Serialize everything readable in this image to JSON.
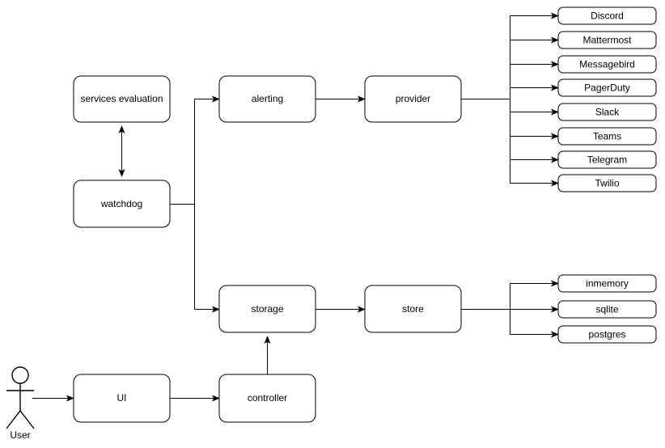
{
  "diagram": {
    "background_color": "#ffffff",
    "stroke_color": "#000000",
    "box_fill": "#ffffff",
    "actor": {
      "label": "User",
      "icon": "stick-figure-actor-icon"
    },
    "nodes": {
      "services_evaluation": "services evaluation",
      "watchdog": "watchdog",
      "alerting": "alerting",
      "provider": "provider",
      "storage": "storage",
      "store": "store",
      "ui": "UI",
      "controller": "controller"
    },
    "providers": [
      {
        "label": "Discord"
      },
      {
        "label": "Mattermost"
      },
      {
        "label": "Messagebird"
      },
      {
        "label": "PagerDuty"
      },
      {
        "label": "Slack"
      },
      {
        "label": "Teams"
      },
      {
        "label": "Telegram"
      },
      {
        "label": "Twilio"
      }
    ],
    "stores": [
      {
        "label": "inmemory"
      },
      {
        "label": "sqlite"
      },
      {
        "label": "postgres"
      }
    ],
    "edges": [
      {
        "from": "User",
        "to": "UI",
        "arrow": "single"
      },
      {
        "from": "UI",
        "to": "controller",
        "arrow": "single"
      },
      {
        "from": "controller",
        "to": "storage",
        "arrow": "single"
      },
      {
        "from": "watchdog",
        "to": "services evaluation",
        "arrow": "double"
      },
      {
        "from": "watchdog",
        "to": "alerting",
        "arrow": "single"
      },
      {
        "from": "watchdog",
        "to": "storage",
        "arrow": "single"
      },
      {
        "from": "alerting",
        "to": "provider",
        "arrow": "single"
      },
      {
        "from": "provider",
        "to": "Discord",
        "arrow": "single"
      },
      {
        "from": "provider",
        "to": "Mattermost",
        "arrow": "single"
      },
      {
        "from": "provider",
        "to": "Messagebird",
        "arrow": "single"
      },
      {
        "from": "provider",
        "to": "PagerDuty",
        "arrow": "single"
      },
      {
        "from": "provider",
        "to": "Slack",
        "arrow": "single"
      },
      {
        "from": "provider",
        "to": "Teams",
        "arrow": "single"
      },
      {
        "from": "provider",
        "to": "Telegram",
        "arrow": "single"
      },
      {
        "from": "provider",
        "to": "Twilio",
        "arrow": "single"
      },
      {
        "from": "storage",
        "to": "store",
        "arrow": "single"
      },
      {
        "from": "store",
        "to": "inmemory",
        "arrow": "single"
      },
      {
        "from": "store",
        "to": "sqlite",
        "arrow": "single"
      },
      {
        "from": "store",
        "to": "postgres",
        "arrow": "single"
      }
    ]
  }
}
